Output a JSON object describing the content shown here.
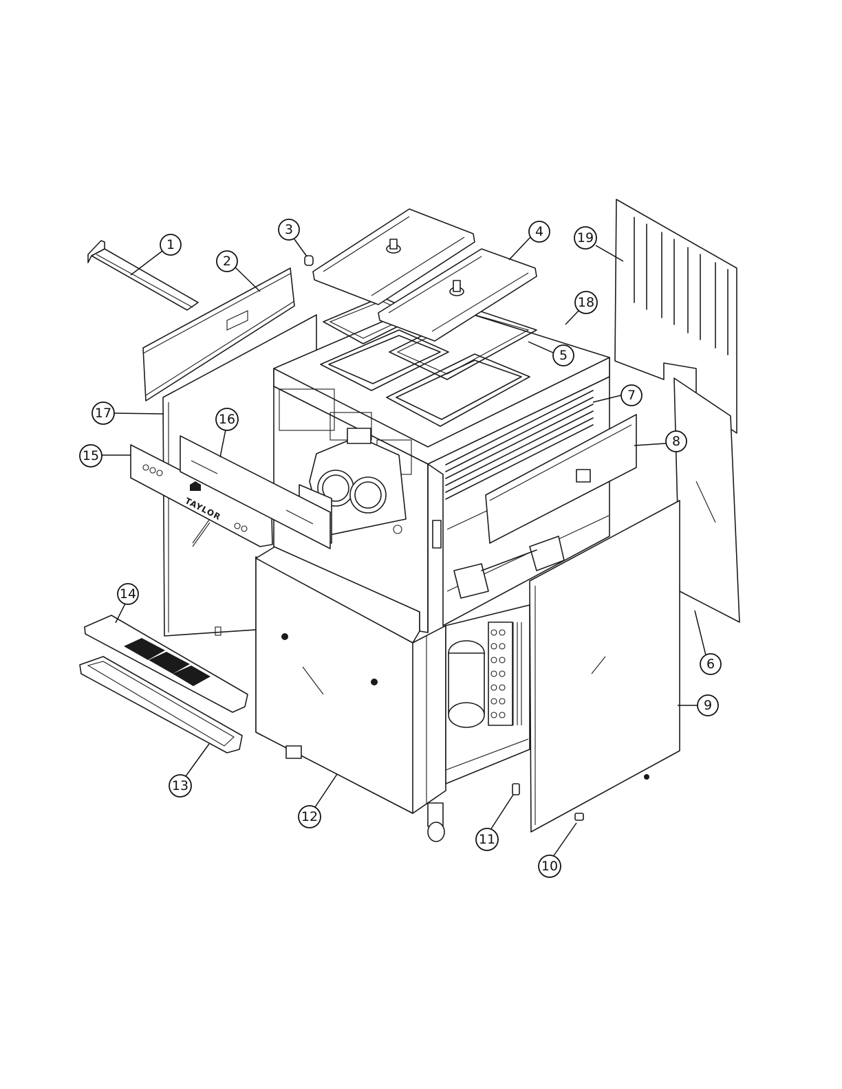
{
  "diagram": {
    "brand_label": "TAYLOR",
    "callouts": [
      {
        "id": "1",
        "label": "1"
      },
      {
        "id": "2",
        "label": "2"
      },
      {
        "id": "3",
        "label": "3"
      },
      {
        "id": "4",
        "label": "4"
      },
      {
        "id": "5",
        "label": "5"
      },
      {
        "id": "6",
        "label": "6"
      },
      {
        "id": "7",
        "label": "7"
      },
      {
        "id": "8",
        "label": "8"
      },
      {
        "id": "9",
        "label": "9"
      },
      {
        "id": "10",
        "label": "10"
      },
      {
        "id": "11",
        "label": "11"
      },
      {
        "id": "12",
        "label": "12"
      },
      {
        "id": "13",
        "label": "13"
      },
      {
        "id": "14",
        "label": "14"
      },
      {
        "id": "15",
        "label": "15"
      },
      {
        "id": "16",
        "label": "16"
      },
      {
        "id": "17",
        "label": "17"
      },
      {
        "id": "18",
        "label": "18"
      },
      {
        "id": "19",
        "label": "19"
      }
    ]
  }
}
